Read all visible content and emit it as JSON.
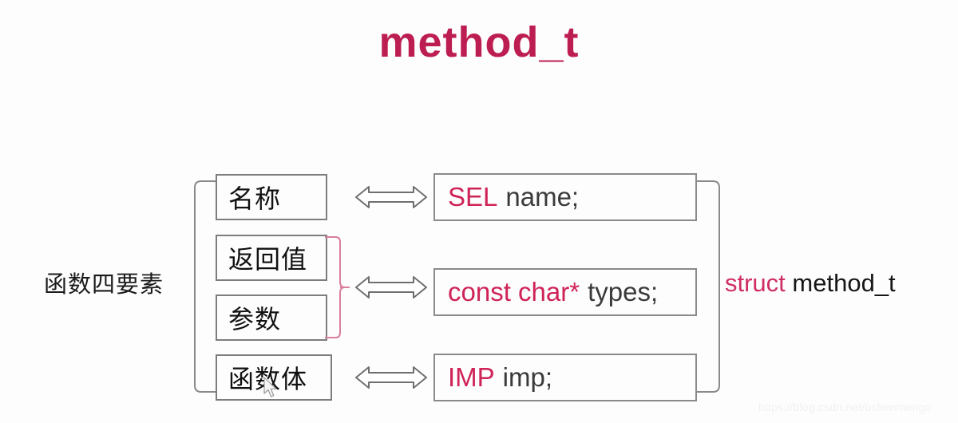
{
  "title": "method_t",
  "title_color": "#bd1e52",
  "background_color": "#fdfdfd",
  "left_caption": "函数四要素",
  "right_caption": {
    "keyword": "struct",
    "name": "method_t",
    "keyword_color": "#cf2d63",
    "name_color": "#161616"
  },
  "left_boxes": [
    {
      "label": "名称"
    },
    {
      "label": "返回值"
    },
    {
      "label": "参数"
    },
    {
      "label": "函数体"
    }
  ],
  "right_boxes": [
    {
      "keyword": "SEL",
      "identifier": "name;"
    },
    {
      "keyword": "const char*",
      "identifier": "types;"
    },
    {
      "keyword": "IMP",
      "identifier": "imp;"
    }
  ],
  "arrows": [
    {
      "name": "double-arrow-name"
    },
    {
      "name": "double-arrow-types"
    },
    {
      "name": "double-arrow-imp"
    }
  ],
  "brackets": {
    "left": {
      "color": "#8a8a8a",
      "spans": "all-four-left-boxes"
    },
    "right": {
      "color": "#8a8a8a",
      "spans": "all-three-right-boxes"
    },
    "pink": {
      "color": "#d9809c",
      "spans": "return-value-and-parameters"
    }
  },
  "cursor": {
    "name": "mouse-pointer"
  },
  "watermark": "https://blog.csdn.net/ochenmengo"
}
